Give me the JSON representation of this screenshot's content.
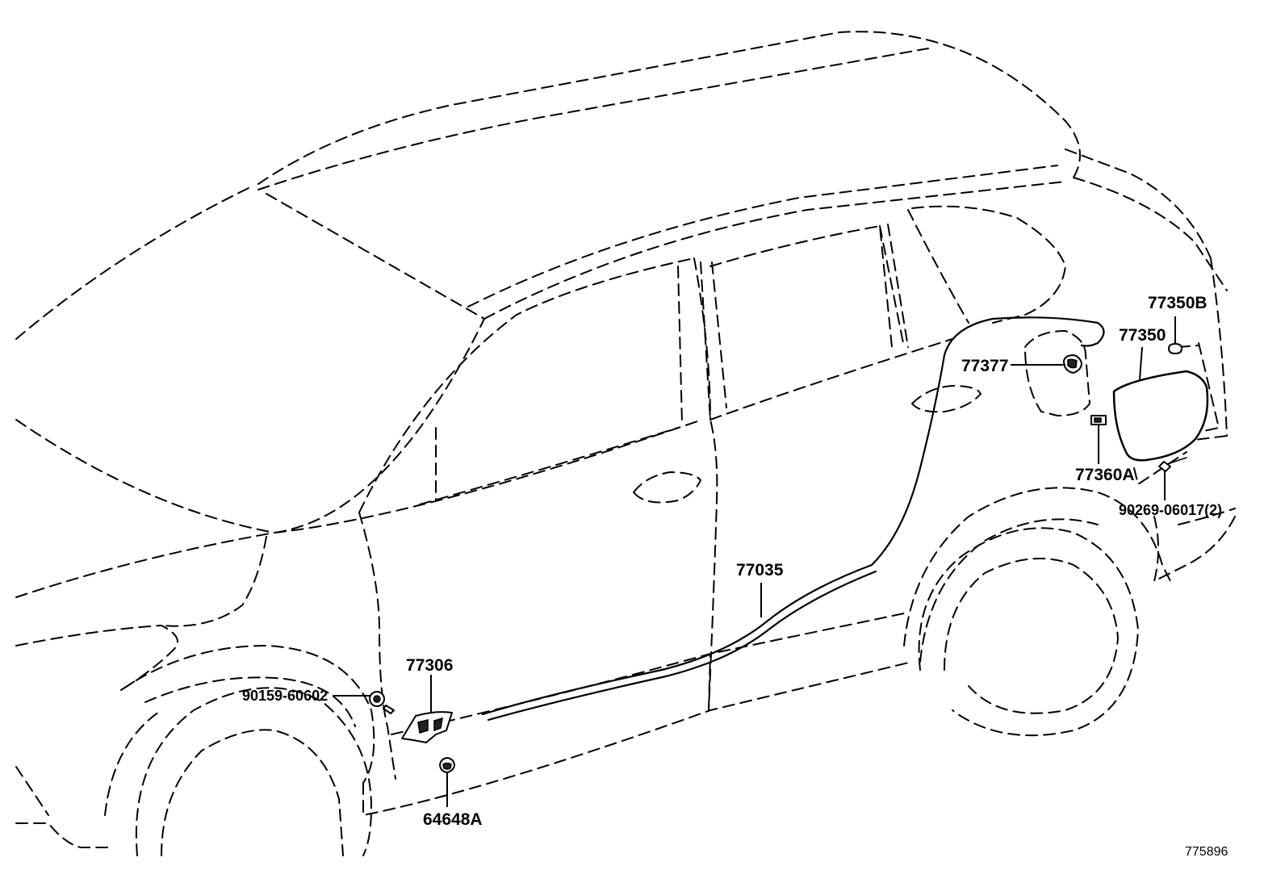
{
  "diagram": {
    "labels": {
      "p77350B": "77350B",
      "p77350": "77350",
      "p77377": "77377",
      "p77360A": "77360A",
      "p90269": "90269-06017(2)",
      "p77035": "77035",
      "p77306": "77306",
      "p90159": "90159-60602",
      "p64648A": "64648A"
    },
    "reference_code": "775896"
  }
}
